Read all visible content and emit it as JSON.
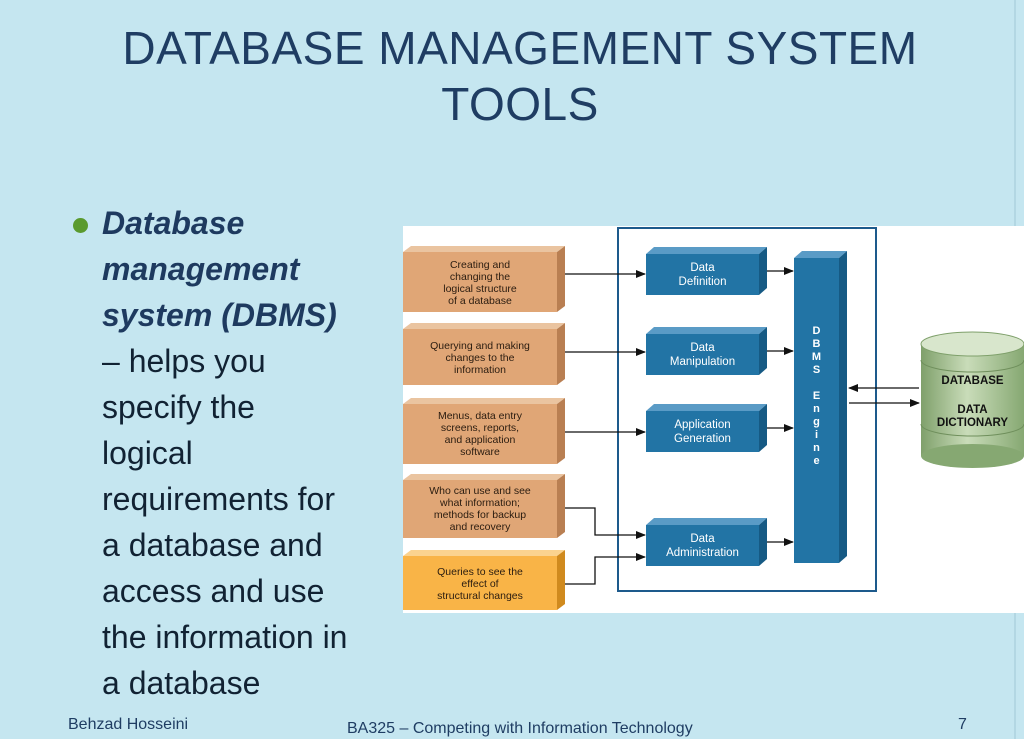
{
  "title_line1": "DATABASE MANAGEMENT SYSTEM",
  "title_line2": "TOOLS",
  "bullet": {
    "term_lines": [
      "Database",
      "management",
      "system (DBMS)"
    ],
    "body_lines": [
      "– helps you",
      "specify the",
      "logical",
      "requirements for",
      "a database and",
      "access and use",
      "the information in",
      "a database"
    ]
  },
  "diagram": {
    "inputs": [
      {
        "lines": [
          "Creating and",
          "changing the",
          "logical structure",
          "of a database"
        ]
      },
      {
        "lines": [
          "Querying and making",
          "changes to the",
          "information"
        ]
      },
      {
        "lines": [
          "Menus, data entry",
          "screens, reports,",
          "and application",
          "software"
        ]
      },
      {
        "lines": [
          "Who can use and see",
          "what information;",
          "methods for backup",
          "and recovery"
        ]
      },
      {
        "lines": [
          "Queries to see the",
          "effect of",
          "structural changes"
        ]
      }
    ],
    "tools": [
      {
        "lines": [
          "Data",
          "Definition"
        ]
      },
      {
        "lines": [
          "Data",
          "Manipulation"
        ]
      },
      {
        "lines": [
          "Application",
          "Generation"
        ]
      },
      {
        "lines": [
          "Data",
          "Administration"
        ]
      }
    ],
    "engine_label": [
      "D",
      "B",
      "M",
      "S",
      "",
      "E",
      "n",
      "g",
      "i",
      "n",
      "e"
    ],
    "database_label": "DATABASE",
    "dictionary_label": [
      "DATA",
      "DICTIONARY"
    ],
    "colors": {
      "input_box": "#e0a676",
      "input_box_highlight": "#f9b447",
      "tool_box": "#2274a5",
      "tool_box_side": "#165a84",
      "frame": "#1d5a8c",
      "cylinder": "#9fbf8a"
    }
  },
  "footer": {
    "author": "Behzad Hosseini",
    "course": "BA325 – Competing with Information Technology",
    "page": "7"
  }
}
